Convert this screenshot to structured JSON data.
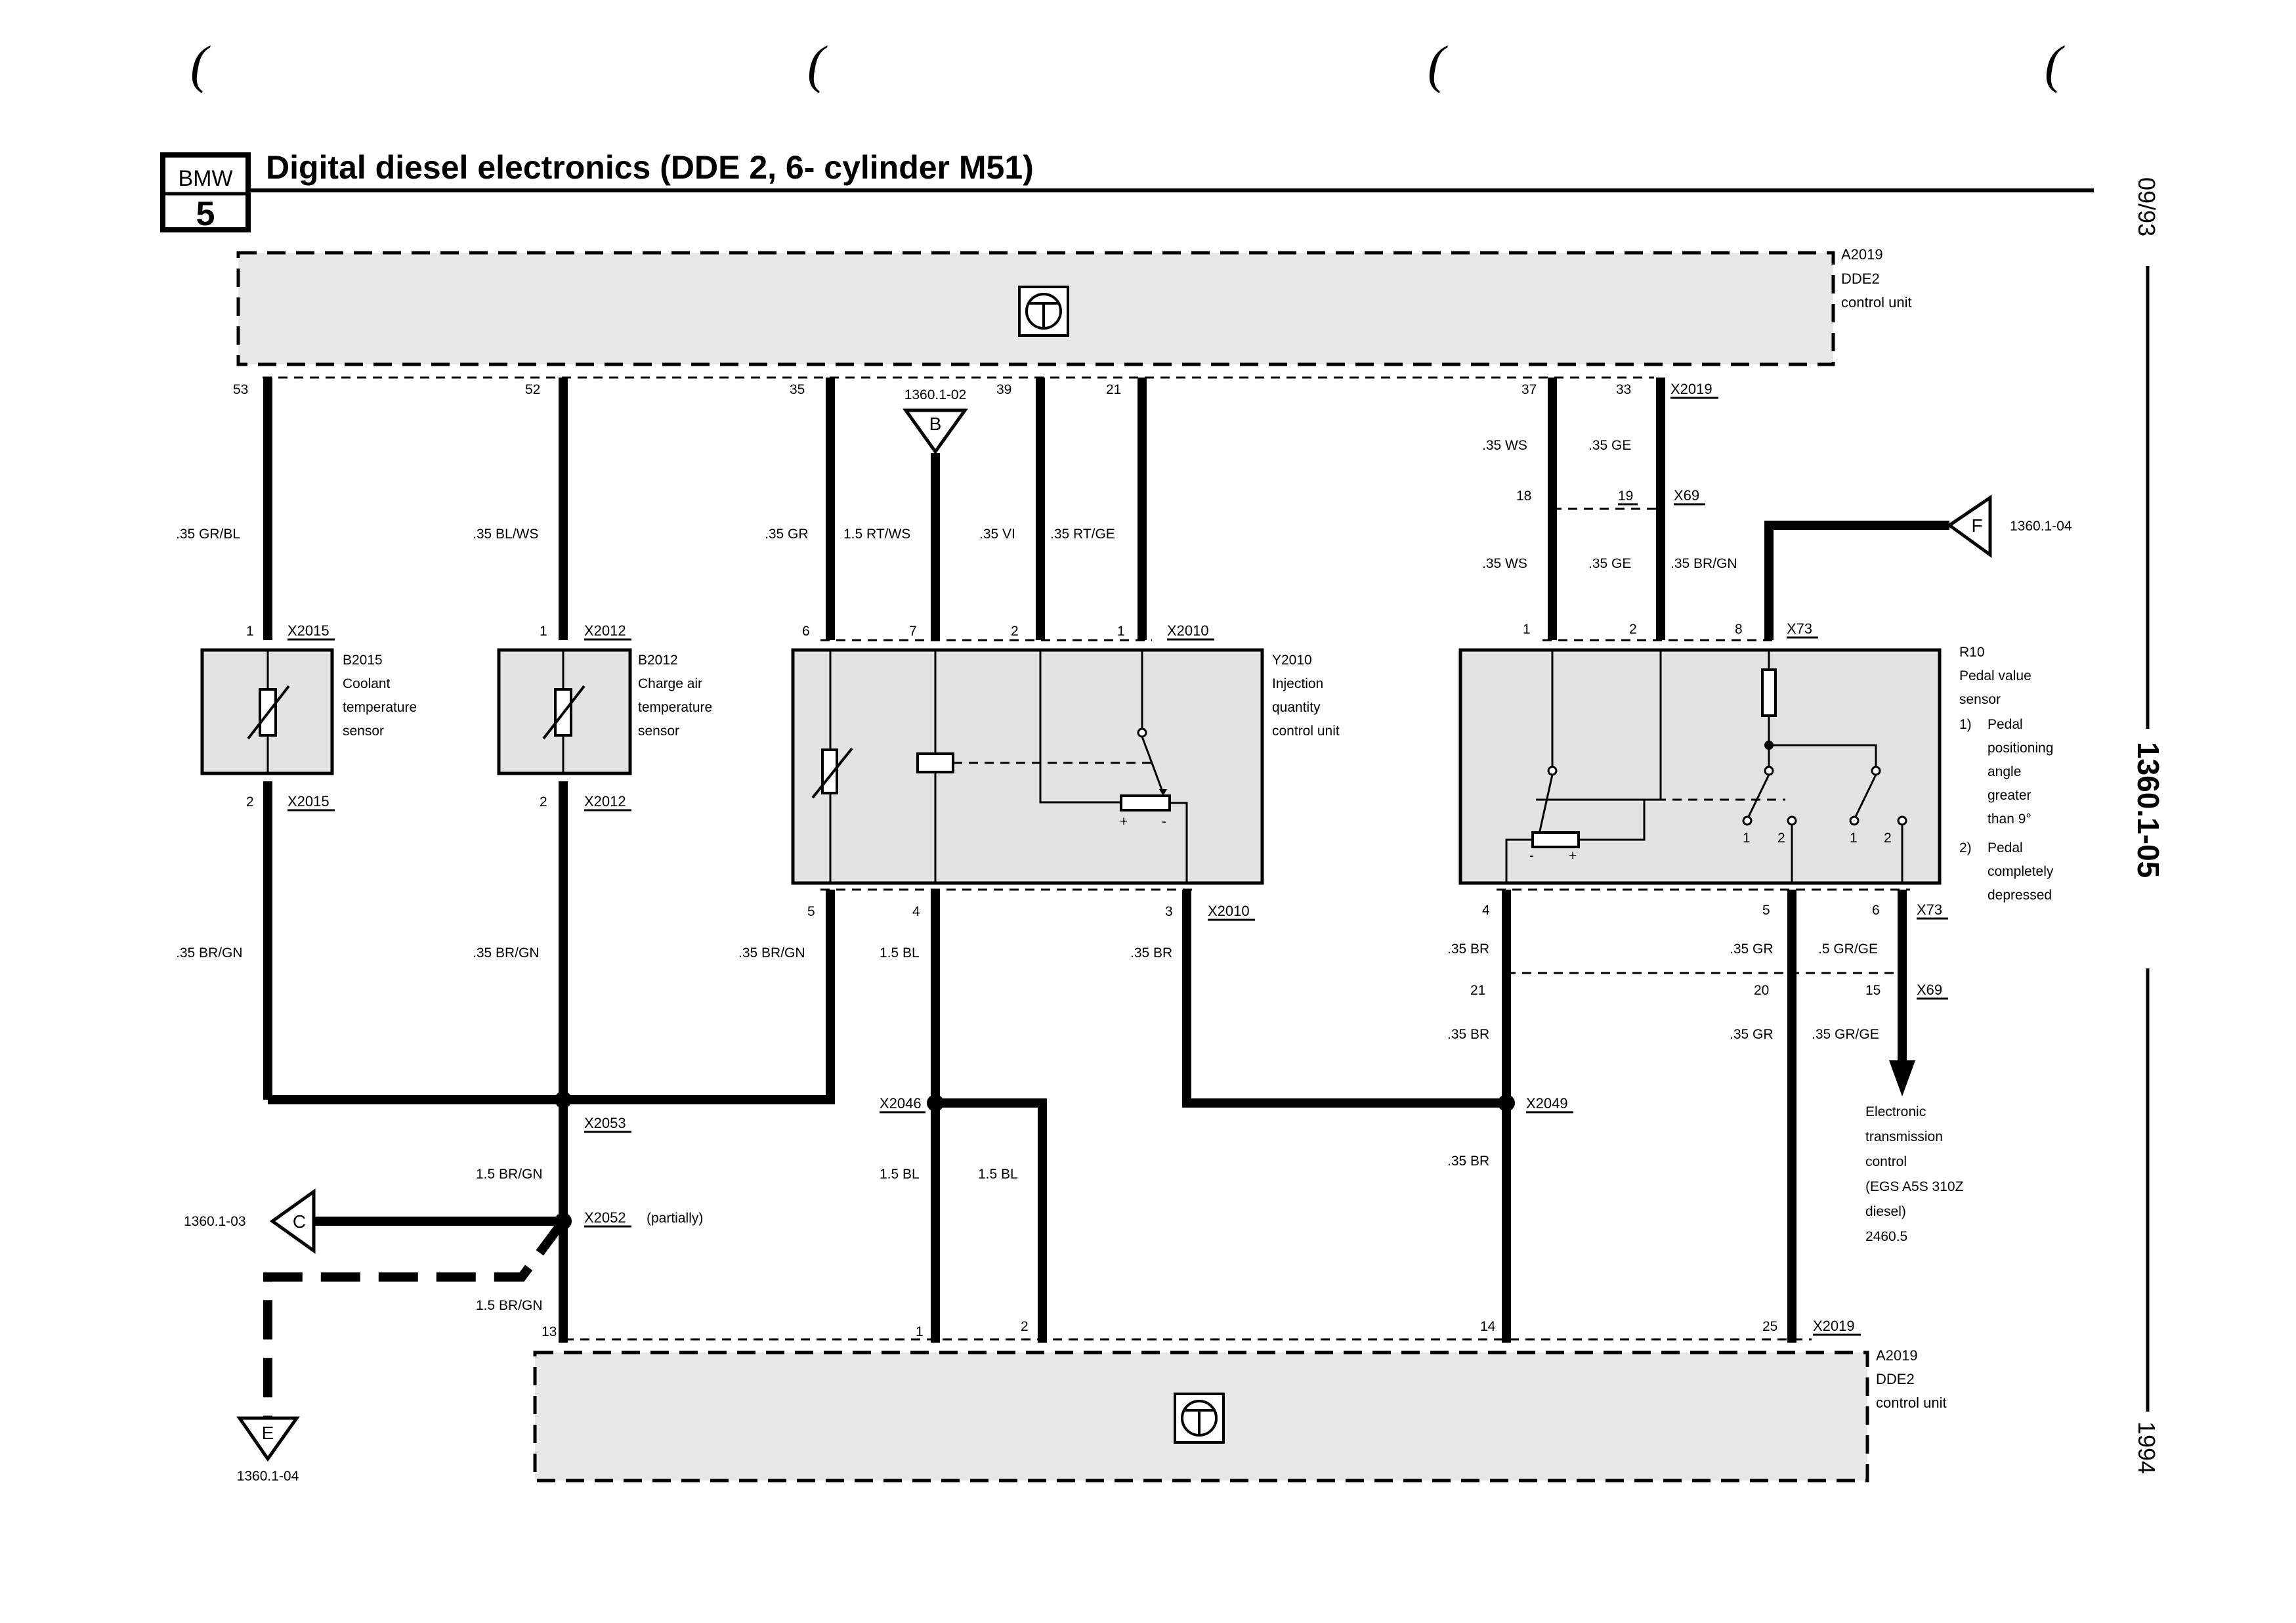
{
  "header": {
    "logo_top": "BMW",
    "logo_bottom": "5",
    "title": "Digital diesel electronics (DDE 2, 6- cylinder M51)"
  },
  "margin": {
    "date": "09/93",
    "page": "1360.1-05",
    "year": "1994"
  },
  "parens": [
    "(",
    "(",
    "(",
    "("
  ],
  "control_unit": {
    "id": "A2019",
    "line1": "DDE2",
    "line2": "control unit",
    "connector": "X2019"
  },
  "top_pins": [
    "53",
    "52",
    "35",
    "39",
    "21",
    "37",
    "33"
  ],
  "bottom_pins": [
    "13",
    "1",
    "2",
    "14",
    "25"
  ],
  "refs": {
    "b": {
      "letter": "B",
      "page": "1360.1-02"
    },
    "c": {
      "letter": "C",
      "page": "1360.1-03"
    },
    "e": {
      "letter": "E",
      "page": "1360.1-04"
    },
    "f": {
      "letter": "F",
      "page": "1360.1-04"
    }
  },
  "components": {
    "b2015": {
      "id": "B2015",
      "lines": [
        "Coolant",
        "temperature",
        "sensor"
      ],
      "connector": "X2015",
      "pin_top": "1",
      "pin_bottom": "2"
    },
    "b2012": {
      "id": "B2012",
      "lines": [
        "Charge air",
        "temperature",
        "sensor"
      ],
      "connector": "X2012",
      "pin_top": "1",
      "pin_bottom": "2"
    },
    "y2010": {
      "id": "Y2010",
      "lines": [
        "Injection",
        "quantity",
        "control unit"
      ],
      "connector": "X2010",
      "pins_top": [
        "6",
        "7",
        "2",
        "1"
      ],
      "pins_bottom": [
        "5",
        "4",
        "3"
      ]
    },
    "r10": {
      "id": "R10",
      "lines": [
        "Pedal value",
        "sensor"
      ],
      "notes": [
        "1)",
        "Pedal",
        "positioning",
        "angle",
        "greater",
        "than 9°",
        "2)",
        "Pedal",
        "completely",
        "depressed"
      ],
      "connector": "X73",
      "pins_top": [
        "1",
        "2",
        "8"
      ],
      "pins_bottom": [
        "4",
        "5",
        "6"
      ],
      "switch_labels": [
        "1",
        "2",
        "1",
        "2"
      ]
    }
  },
  "wires": {
    "w53": ".35 GR/BL",
    "w52": ".35 BL/WS",
    "w35": ".35 GR",
    "wB": "1.5 RT/WS",
    "w39": ".35 VI",
    "w21": ".35 RT/GE",
    "w37": ".35 WS",
    "w33": ".35 GE",
    "w37b": ".35 WS",
    "w33b": ".35 GE",
    "wF": ".35 BR/GN",
    "b2015_out": ".35 BR/GN",
    "b2012_out": ".35 BR/GN",
    "y5": ".35 BR/GN",
    "y4": "1.5 BL",
    "y3": ".35 BR",
    "r4": ".35 BR",
    "r5": ".35 GR",
    "r6": ".5 GR/GE",
    "r4b": ".35 BR",
    "r5b": ".35 GR",
    "r6b": ".35 GR/GE",
    "x2052_up": "1.5 BR/GN",
    "x2052_dn": "1.5 BR/GN",
    "x2046_l": "1.5 BL",
    "x2046_r": "1.5 BL",
    "x2049_dn": ".35 BR"
  },
  "x69": {
    "id": "X69",
    "pins": [
      "18",
      "19",
      "21",
      "20",
      "15"
    ]
  },
  "splices": {
    "x2053": "X2053",
    "x2052": "X2052",
    "x2052_note": "(partially)",
    "x2046": "X2046",
    "x2049": "X2049"
  },
  "egs": {
    "lines": [
      "Electronic",
      "transmission",
      "control",
      "(EGS A5S 310Z",
      "diesel)",
      "2460.5"
    ]
  },
  "symbols": {
    "y2010_plus": "+",
    "y2010_minus": "-",
    "r10_minus": "-",
    "r10_plus": "+"
  }
}
